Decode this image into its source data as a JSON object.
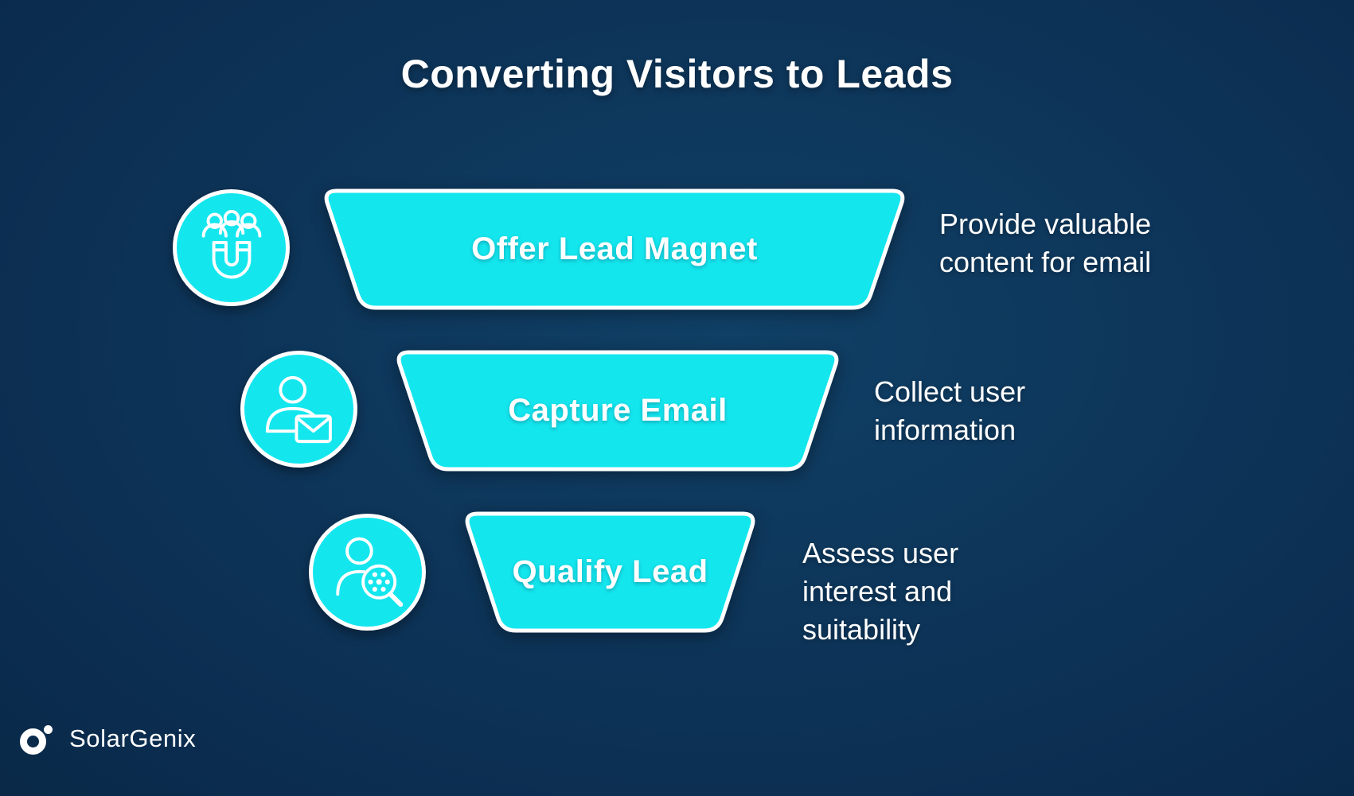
{
  "colors": {
    "accent": "#14e6ee",
    "background": "#0d3458",
    "text": "#ffffff"
  },
  "title": "Converting Visitors to Leads",
  "funnel": {
    "stages": [
      {
        "label": "Offer Lead Magnet",
        "description": "Provide valuable content for email",
        "icon": "lead-magnet-icon"
      },
      {
        "label": "Capture Email",
        "description": "Collect user information",
        "icon": "person-email-icon"
      },
      {
        "label": "Qualify Lead",
        "description": "Assess user interest and suitability",
        "icon": "person-search-icon"
      }
    ]
  },
  "logo": {
    "brand": "SolarGenix"
  }
}
